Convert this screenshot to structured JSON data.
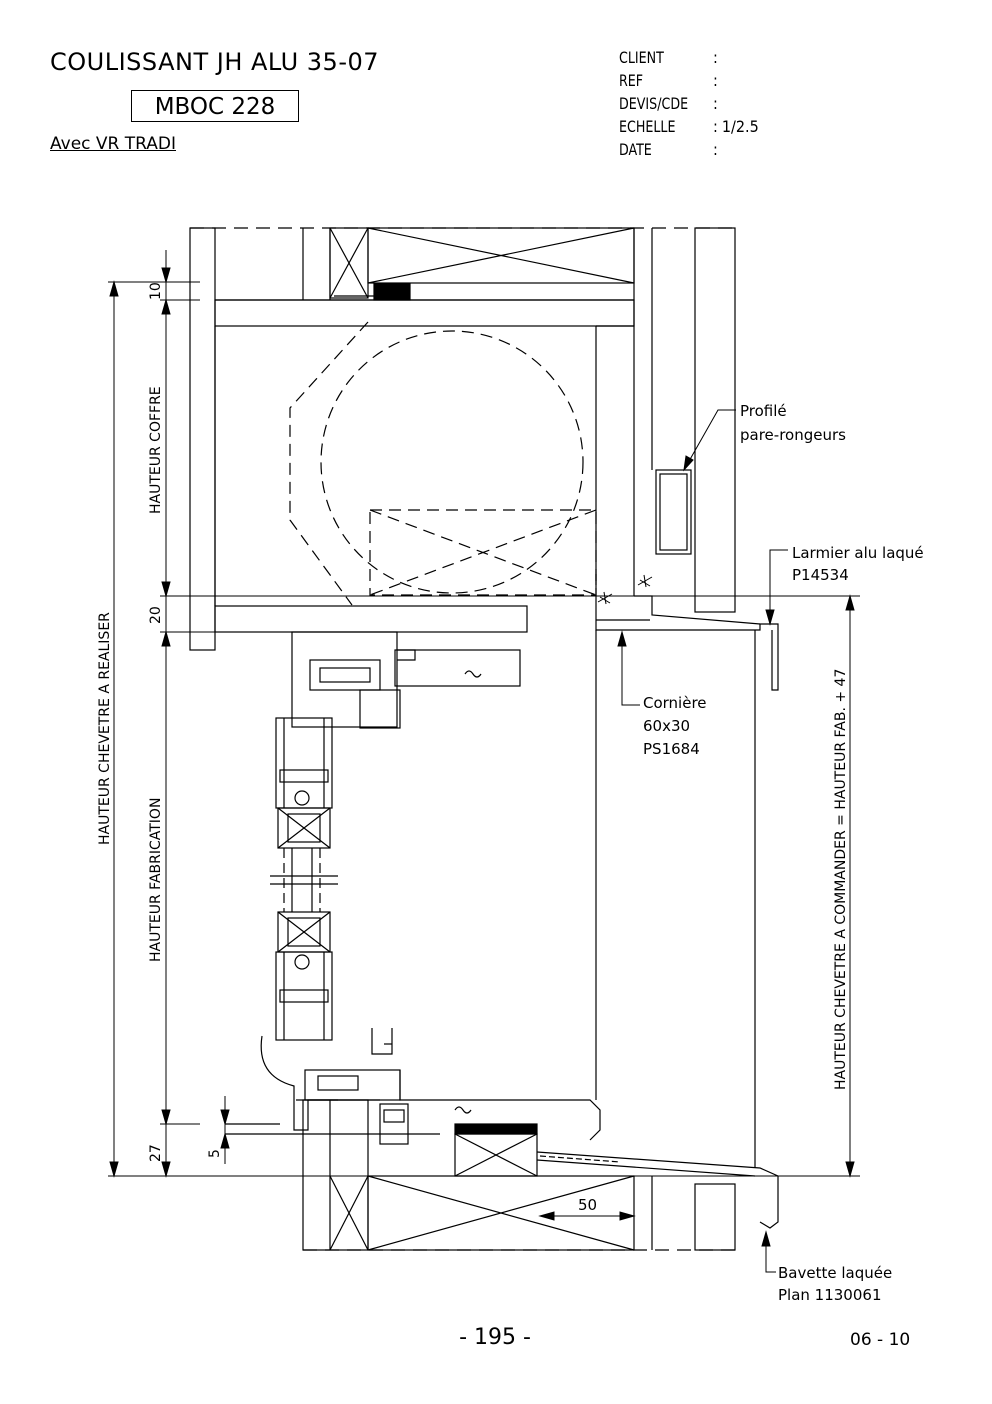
{
  "header": {
    "title": "COULISSANT JH ALU 35-07",
    "model": "MBOC 228",
    "subtitle": "Avec VR TRADI"
  },
  "info": [
    {
      "label": "CLIENT",
      "value": ""
    },
    {
      "label": "REF",
      "value": ""
    },
    {
      "label": "DEVIS/CDE",
      "value": ""
    },
    {
      "label": "ECHELLE",
      "value": "1/2.5"
    },
    {
      "label": "DATE",
      "value": ""
    }
  ],
  "drawing": {
    "dim_labels": {
      "d10": "10",
      "d20": "20",
      "d27": "27",
      "d5": "5",
      "d50": "50",
      "hauteur_coffre": "HAUTEUR COFFRE",
      "hauteur_fabrication": "HAUTEUR FABRICATION",
      "hauteur_chevetre_realiser": "HAUTEUR CHEVETRE A REALISER",
      "hauteur_chevetre_commander": "HAUTEUR CHEVETRE A COMMANDER = HAUTEUR FAB. + 47"
    },
    "callouts": {
      "profile_1": "Profilé",
      "profile_2": "pare-rongeurs",
      "larmier_1": "Larmier alu laqué",
      "larmier_2": "P14534",
      "corniere_1": "Cornière",
      "corniere_2": "60x30",
      "corniere_3": "PS1684",
      "bavette_1": "Bavette laquée",
      "bavette_2": "Plan 1130061"
    }
  },
  "footer": {
    "page": "- 195 -",
    "revision": "06 - 10"
  }
}
